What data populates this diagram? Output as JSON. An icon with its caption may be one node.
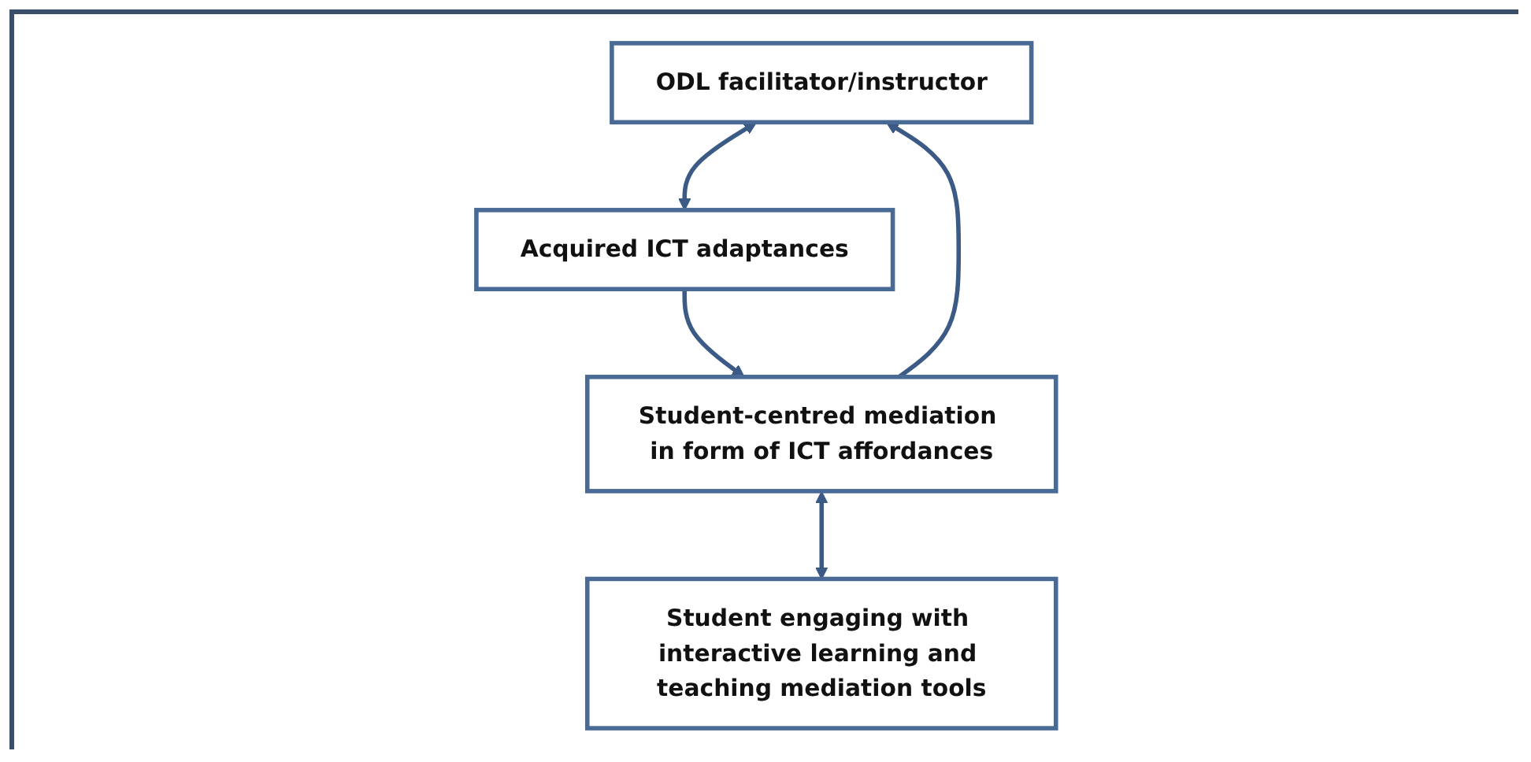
{
  "diagram": {
    "nodes": [
      {
        "text": [
          "ODL facilitator/instructor"
        ]
      },
      {
        "text": [
          "Acquired ICT adaptances"
        ]
      },
      {
        "text": [
          "Student-centred mediation in form of ICT affordances"
        ]
      },
      {
        "text": [
          "Student engaging with interactive learning and teaching mediation tools"
        ]
      }
    ],
    "edges": [
      {
        "from": 2,
        "to": 0,
        "arrow": "to"
      },
      {
        "from": 0,
        "to": 1,
        "arrow": "both"
      },
      {
        "from": 1,
        "to": 2,
        "arrow": "to"
      },
      {
        "from": 2,
        "to": 3,
        "arrow": "both"
      }
    ]
  }
}
